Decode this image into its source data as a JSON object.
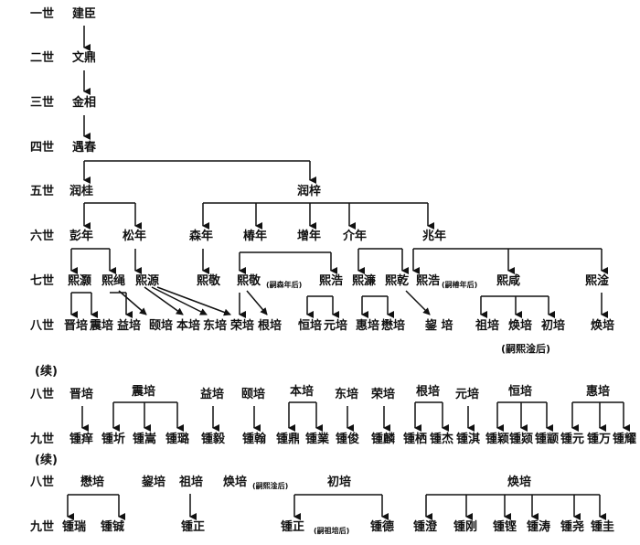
{
  "generations": [
    "一世",
    "二世",
    "三世",
    "四世",
    "五世",
    "六世",
    "七世",
    "八世",
    "八世",
    "九世",
    "八世",
    "九世"
  ],
  "continued": [
    "(续)",
    "(续)"
  ],
  "section1": {
    "g1": [
      "建臣"
    ],
    "g2": [
      "文鼎"
    ],
    "g3": [
      "金相"
    ],
    "g4": [
      "遇春"
    ],
    "g5": [
      "润桂",
      "润梓"
    ],
    "g6": [
      "彭年",
      "松年",
      "森年",
      "椿年",
      "增年",
      "介年",
      "兆年"
    ],
    "g7": [
      "熙灏",
      "熙绳",
      "熙源",
      "熙敬",
      "熙敬",
      "(嗣森年后)",
      "熙浩",
      "熙濂",
      "熙乾",
      "熙浩",
      "(嗣椿年后)",
      "熙咸",
      "熙淦"
    ],
    "g8": [
      "晋培",
      "震培",
      "益培",
      "颐培",
      "本培",
      "东培",
      "荣培",
      "根培",
      "恒培",
      "元培",
      "惠培",
      "懋培",
      "鋆 培",
      "祖培",
      "焕培",
      "初培",
      "焕培"
    ],
    "note": "(嗣熙淦后)"
  },
  "section2": {
    "g8": [
      "晋培",
      "震培",
      "益培",
      "颐培",
      "本培",
      "东培",
      "荣培",
      "根培",
      "元培",
      "恒培",
      "惠培"
    ],
    "g9": [
      "锺痒",
      "锺圻",
      "锺嵩",
      "锺璐",
      "锺毅",
      "锺翰",
      "锺鼎",
      "锺業",
      "锺俊",
      "锺麟",
      "锺栖",
      "锺杰",
      "锺淇",
      "锺颖",
      "锺颎",
      "锺颛",
      "锺元",
      "锺万",
      "锺耀"
    ]
  },
  "section3": {
    "g8": [
      "懋培",
      "鋆培",
      "祖培",
      "焕培",
      "(嗣熙淦后)",
      "初培",
      "焕培"
    ],
    "g9": [
      "锺瑞",
      "锺铖",
      "锺正",
      "锺正",
      "(嗣祖培后)",
      "锺德",
      "锺澄",
      "锺刚",
      "锺铿",
      "锺涛",
      "锺尧",
      "锺圭"
    ]
  }
}
